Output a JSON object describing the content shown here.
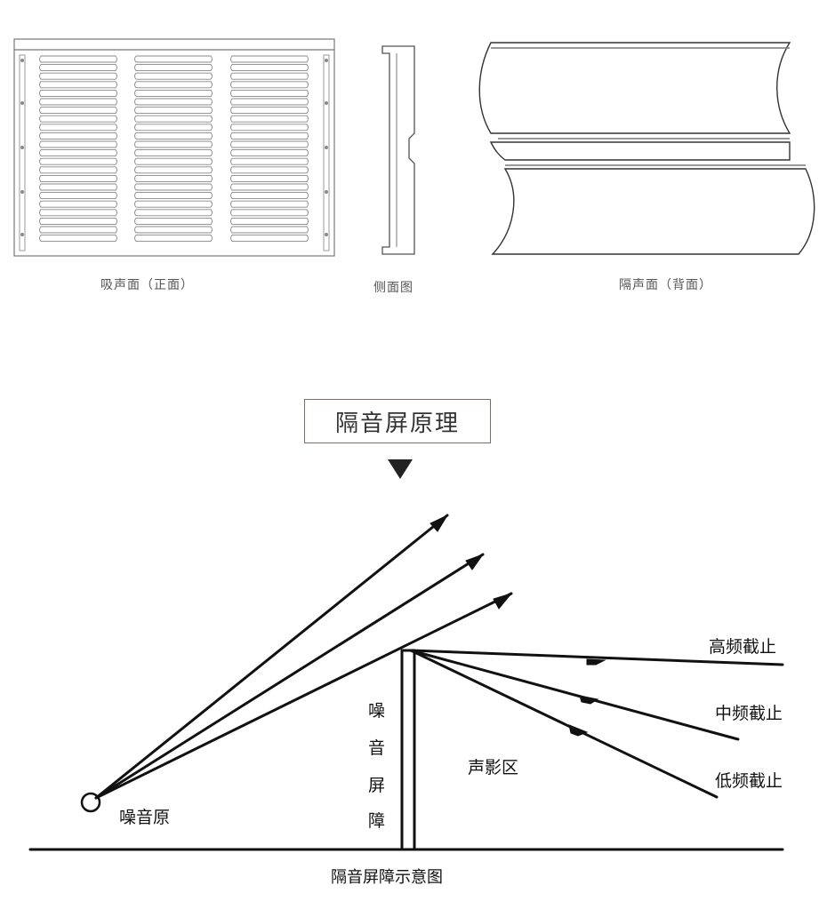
{
  "top_panels": {
    "front_caption": "吸声面（正面）",
    "side_caption": "侧面图",
    "back_caption": "隔声面（背面）"
  },
  "principle": {
    "title": "隔音屏原理"
  },
  "diagram": {
    "source_label": "噪音原",
    "barrier_chars": [
      "噪",
      "音",
      "屏",
      "障"
    ],
    "shadow_label": "声影区",
    "high_freq_label": "高频截止",
    "mid_freq_label": "中频截止",
    "low_freq_label": "低频截止",
    "caption": "隔音屏障示意图"
  }
}
